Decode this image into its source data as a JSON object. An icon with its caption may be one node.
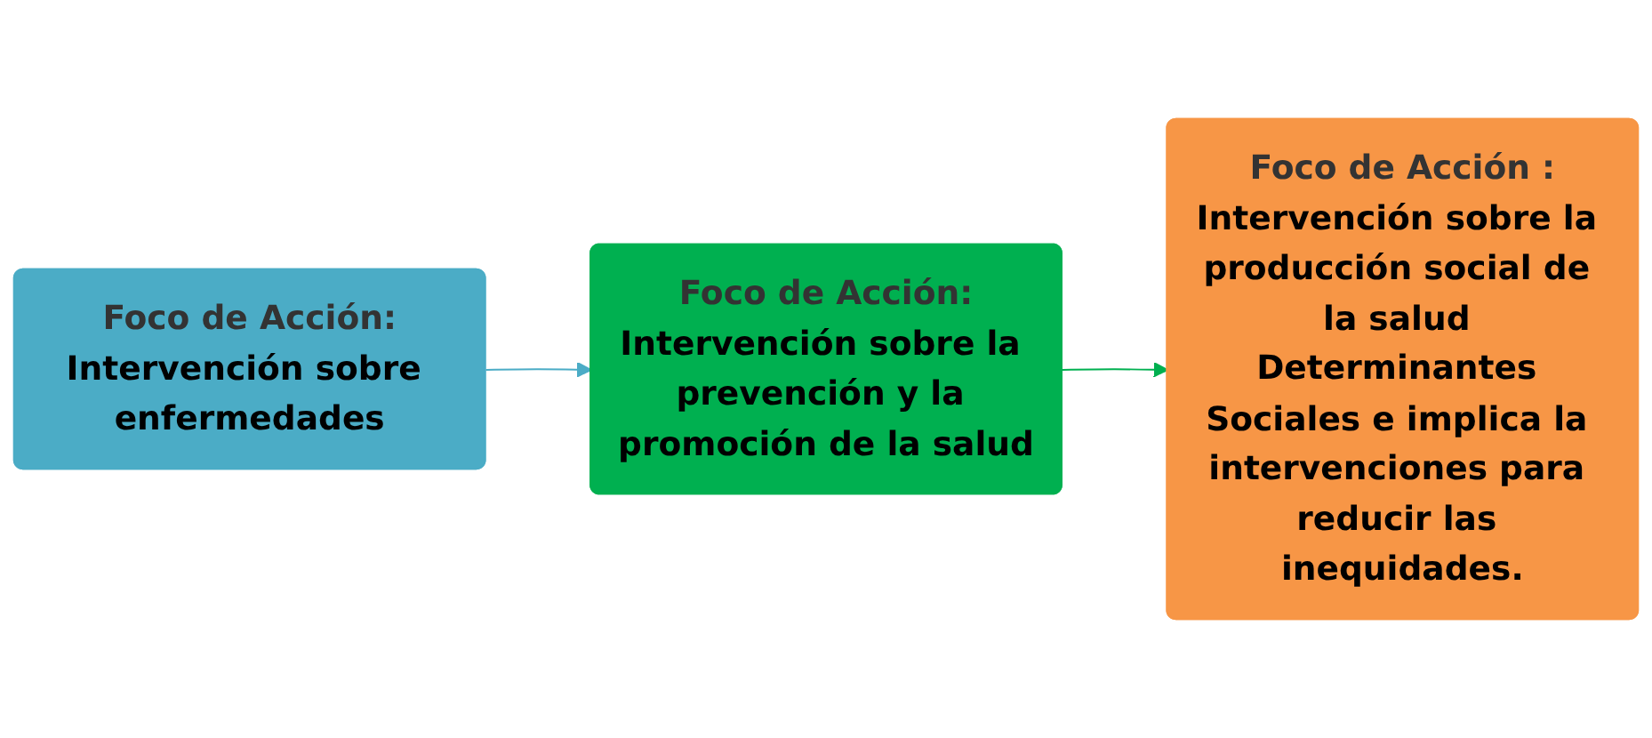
{
  "diagram": {
    "nodes": [
      {
        "text": [
          "Foco de Acción:",
          "Intervención sobre enfermedades"
        ]
      },
      {
        "text": [
          "Foco de Acción:",
          "Intervención sobre la prevención y la promoción de la salud"
        ]
      },
      {
        "text": [
          "Foco de Acción :",
          "Intervención sobre la producción social de la salud Determinantes Sociales e implica la intervenciones para reducir las inequidades."
        ]
      }
    ],
    "edges": [
      {
        "from": 0,
        "to": 1,
        "arrow": "to",
        "color": "#4bacc6"
      },
      {
        "from": 1,
        "to": 2,
        "arrow": "to",
        "color": "#00b050"
      }
    ]
  }
}
